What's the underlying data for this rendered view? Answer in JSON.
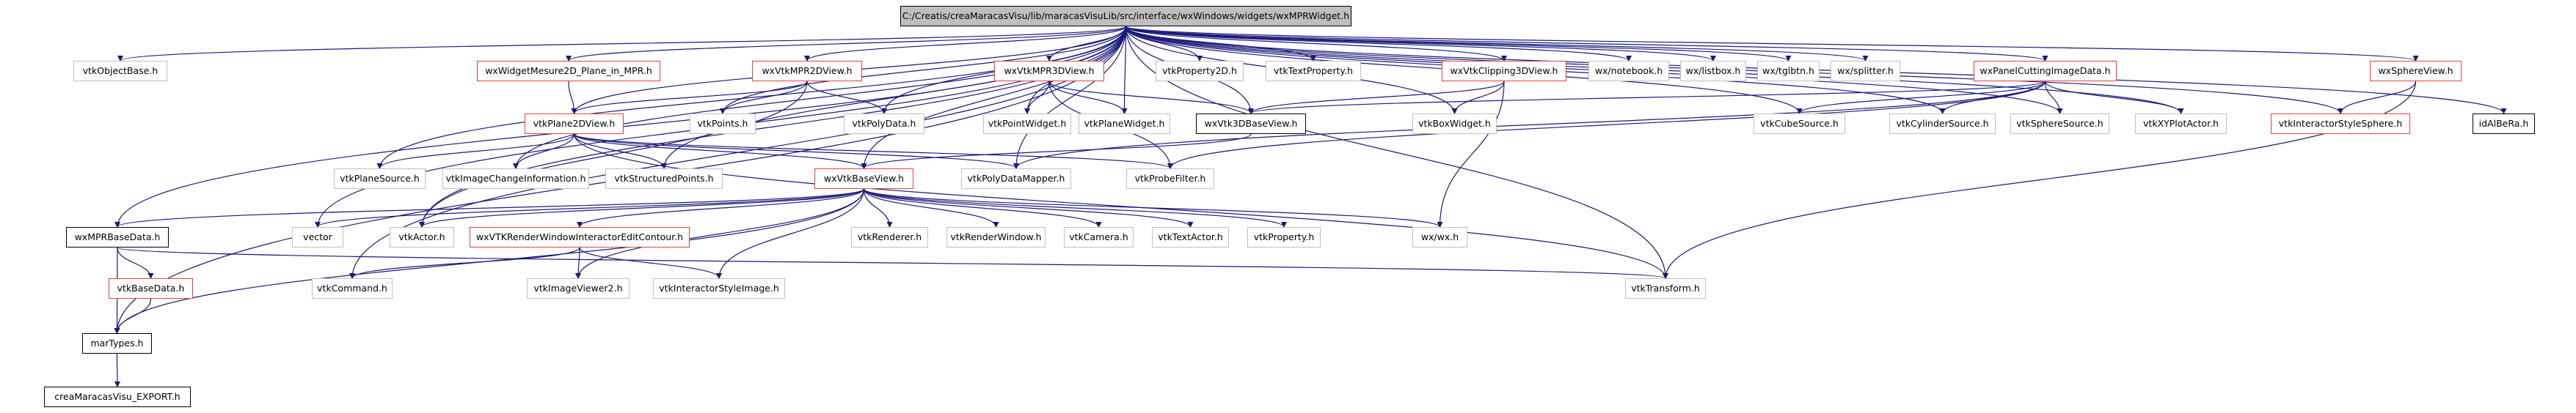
{
  "diagram": {
    "nodes": [
      {
        "id": "root",
        "label": "C:/Creatis/creaMaracasVisu/lib/maracasVisuLib/src/interface/wxWindows/widgets/wxMPRWidget.h",
        "style": "root"
      },
      {
        "id": "vtkObjectBase",
        "label": "vtkObjectBase.h",
        "style": "plain"
      },
      {
        "id": "wxWidgetMesure2D",
        "label": "wxWidgetMesure2D_Plane_in_MPR.h",
        "style": "red"
      },
      {
        "id": "wxVtkMPR2DView",
        "label": "wxVtkMPR2DView.h",
        "style": "red"
      },
      {
        "id": "wxVtkMPR3DView",
        "label": "wxVtkMPR3DView.h",
        "style": "red"
      },
      {
        "id": "vtkProperty2D",
        "label": "vtkProperty2D.h",
        "style": "plain"
      },
      {
        "id": "vtkTextProperty",
        "label": "vtkTextProperty.h",
        "style": "plain"
      },
      {
        "id": "wxVtkClipping3DView",
        "label": "wxVtkClipping3DView.h",
        "style": "red"
      },
      {
        "id": "wxNotebook",
        "label": "wx/notebook.h",
        "style": "plain"
      },
      {
        "id": "wxListbox",
        "label": "wx/listbox.h",
        "style": "plain"
      },
      {
        "id": "wxTglbtn",
        "label": "wx/tglbtn.h",
        "style": "plain"
      },
      {
        "id": "wxSplitter",
        "label": "wx/splitter.h",
        "style": "plain"
      },
      {
        "id": "wxPanelCutting",
        "label": "wxPanelCuttingImageData.h",
        "style": "red"
      },
      {
        "id": "wxSphereView",
        "label": "wxSphereView.h",
        "style": "red"
      },
      {
        "id": "vtkPlane2DView",
        "label": "vtkPlane2DView.h",
        "style": "red"
      },
      {
        "id": "vtkPoints",
        "label": "vtkPoints.h",
        "style": "plain"
      },
      {
        "id": "vtkPolyData",
        "label": "vtkPolyData.h",
        "style": "plain"
      },
      {
        "id": "vtkPointWidget",
        "label": "vtkPointWidget.h",
        "style": "plain"
      },
      {
        "id": "vtkPlaneWidget",
        "label": "vtkPlaneWidget.h",
        "style": "plain"
      },
      {
        "id": "wxVtk3DBaseView",
        "label": "wxVtk3DBaseView.h",
        "style": "black"
      },
      {
        "id": "vtkBoxWidget",
        "label": "vtkBoxWidget.h",
        "style": "plain"
      },
      {
        "id": "vtkCubeSource",
        "label": "vtkCubeSource.h",
        "style": "plain"
      },
      {
        "id": "vtkCylinderSource",
        "label": "vtkCylinderSource.h",
        "style": "plain"
      },
      {
        "id": "vtkSphereSource",
        "label": "vtkSphereSource.h",
        "style": "plain"
      },
      {
        "id": "vtkXYPlotActor",
        "label": "vtkXYPlotActor.h",
        "style": "plain"
      },
      {
        "id": "vtkInteractorStyleSphere",
        "label": "vtkInteractorStyleSphere.h",
        "style": "red"
      },
      {
        "id": "idAlBeRa",
        "label": "idAlBeRa.h",
        "style": "black"
      },
      {
        "id": "vtkPlaneSource",
        "label": "vtkPlaneSource.h",
        "style": "plain"
      },
      {
        "id": "vtkImageChangeInformation",
        "label": "vtkImageChangeInformation.h",
        "style": "plain"
      },
      {
        "id": "vtkStructuredPoints",
        "label": "vtkStructuredPoints.h",
        "style": "plain"
      },
      {
        "id": "wxVtkBaseView",
        "label": "wxVtkBaseView.h",
        "style": "red"
      },
      {
        "id": "vtkPolyDataMapper",
        "label": "vtkPolyDataMapper.h",
        "style": "plain"
      },
      {
        "id": "vtkProbeFilter",
        "label": "vtkProbeFilter.h",
        "style": "plain"
      },
      {
        "id": "wxMPRBaseData",
        "label": "wxMPRBaseData.h",
        "style": "black"
      },
      {
        "id": "vector",
        "label": "vector",
        "style": "plain"
      },
      {
        "id": "vtkActor",
        "label": "vtkActor.h",
        "style": "plain"
      },
      {
        "id": "wxVTKRenderWindowInteractor",
        "label": "wxVTKRenderWindowInteractorEditContour.h",
        "style": "red"
      },
      {
        "id": "vtkRenderer",
        "label": "vtkRenderer.h",
        "style": "plain"
      },
      {
        "id": "vtkRenderWindow",
        "label": "vtkRenderWindow.h",
        "style": "plain"
      },
      {
        "id": "vtkCamera",
        "label": "vtkCamera.h",
        "style": "plain"
      },
      {
        "id": "vtkTextActor",
        "label": "vtkTextActor.h",
        "style": "plain"
      },
      {
        "id": "vtkProperty",
        "label": "vtkProperty.h",
        "style": "plain"
      },
      {
        "id": "wxwx",
        "label": "wx/wx.h",
        "style": "plain"
      },
      {
        "id": "vtkBaseData",
        "label": "vtkBaseData.h",
        "style": "red"
      },
      {
        "id": "vtkCommand",
        "label": "vtkCommand.h",
        "style": "plain"
      },
      {
        "id": "vtkImageViewer2",
        "label": "vtkImageViewer2.h",
        "style": "plain"
      },
      {
        "id": "vtkInteractorStyleImage",
        "label": "vtkInteractorStyleImage.h",
        "style": "plain"
      },
      {
        "id": "vtkTransform",
        "label": "vtkTransform.h",
        "style": "plain"
      },
      {
        "id": "marTypes",
        "label": "marTypes.h",
        "style": "black"
      },
      {
        "id": "creaMaracasVisuExport",
        "label": "creaMaracasVisu_EXPORT.h",
        "style": "black"
      }
    ],
    "edges": [
      [
        "root",
        "vtkObjectBase"
      ],
      [
        "root",
        "wxWidgetMesure2D"
      ],
      [
        "root",
        "wxVtkMPR2DView"
      ],
      [
        "root",
        "wxVtkMPR3DView"
      ],
      [
        "root",
        "vtkProperty2D"
      ],
      [
        "root",
        "vtkTextProperty"
      ],
      [
        "root",
        "wxVtkClipping3DView"
      ],
      [
        "root",
        "wxNotebook"
      ],
      [
        "root",
        "wxListbox"
      ],
      [
        "root",
        "wxTglbtn"
      ],
      [
        "root",
        "wxSplitter"
      ],
      [
        "root",
        "wxPanelCutting"
      ],
      [
        "root",
        "wxSphereView"
      ],
      [
        "root",
        "idAlBeRa"
      ],
      [
        "root",
        "vtkPoints"
      ],
      [
        "root",
        "vtkPolyData"
      ],
      [
        "root",
        "vtkPointWidget"
      ],
      [
        "root",
        "vtkPlaneWidget"
      ],
      [
        "root",
        "wxVtk3DBaseView"
      ],
      [
        "root",
        "vtkBoxWidget"
      ],
      [
        "root",
        "vtkCubeSource"
      ],
      [
        "root",
        "vtkCylinderSource"
      ],
      [
        "root",
        "vtkSphereSource"
      ],
      [
        "root",
        "vtkXYPlotActor"
      ],
      [
        "root",
        "vtkInteractorStyleSphere"
      ],
      [
        "root",
        "vtkPlane2DView"
      ],
      [
        "root",
        "vtkPlaneSource"
      ],
      [
        "root",
        "vtkImageChangeInformation"
      ],
      [
        "root",
        "vtkStructuredPoints"
      ],
      [
        "root",
        "wxVtkBaseView"
      ],
      [
        "root",
        "vtkPolyDataMapper"
      ],
      [
        "root",
        "wxMPRBaseData"
      ],
      [
        "root",
        "vector"
      ],
      [
        "root",
        "vtkActor"
      ],
      [
        "root",
        "vtkCommand"
      ],
      [
        "root",
        "vtkTransform"
      ],
      [
        "root",
        "marTypes"
      ],
      [
        "wxWidgetMesure2D",
        "vtkPlane2DView"
      ],
      [
        "wxVtkMPR2DView",
        "vtkPoints"
      ],
      [
        "wxVtkMPR2DView",
        "vtkPolyData"
      ],
      [
        "wxVtkMPR2DView",
        "vtkPlane2DView"
      ],
      [
        "wxVtkMPR2DView",
        "vtkActor"
      ],
      [
        "wxVtkMPR3DView",
        "vtkPointWidget"
      ],
      [
        "wxVtkMPR3DView",
        "vtkPlaneWidget"
      ],
      [
        "wxVtkMPR3DView",
        "wxVtk3DBaseView"
      ],
      [
        "wxVtkMPR3DView",
        "vtkProbeFilter"
      ],
      [
        "wxVtkClipping3DView",
        "wxVtk3DBaseView"
      ],
      [
        "wxVtkClipping3DView",
        "vtkBoxWidget"
      ],
      [
        "wxVtkClipping3DView",
        "wxwx"
      ],
      [
        "wxPanelCutting",
        "vtkCubeSource"
      ],
      [
        "wxPanelCutting",
        "vtkCylinderSource"
      ],
      [
        "wxPanelCutting",
        "vtkSphereSource"
      ],
      [
        "wxPanelCutting",
        "vtkXYPlotActor"
      ],
      [
        "wxPanelCutting",
        "wxVtk3DBaseView"
      ],
      [
        "wxPanelCutting",
        "vtkPolyDataMapper"
      ],
      [
        "wxPanelCutting",
        "vtkProbeFilter"
      ],
      [
        "wxSphereView",
        "vtkInteractorStyleSphere"
      ],
      [
        "wxSphereView",
        "vtkTransform"
      ],
      [
        "vtkPlane2DView",
        "vtkPlaneSource"
      ],
      [
        "vtkPlane2DView",
        "vtkImageChangeInformation"
      ],
      [
        "vtkPlane2DView",
        "vtkStructuredPoints"
      ],
      [
        "vtkPlane2DView",
        "wxVtkBaseView"
      ],
      [
        "vtkPlane2DView",
        "vtkPolyDataMapper"
      ],
      [
        "vtkPlane2DView",
        "vtkProbeFilter"
      ],
      [
        "vtkPlane2DView",
        "vtkTransform"
      ],
      [
        "wxVtk3DBaseView",
        "wxVtkBaseView"
      ],
      [
        "wxVtkBaseView",
        "wxMPRBaseData"
      ],
      [
        "wxVtkBaseView",
        "vector"
      ],
      [
        "wxVtkBaseView",
        "vtkActor"
      ],
      [
        "wxVtkBaseView",
        "wxVTKRenderWindowInteractor"
      ],
      [
        "wxVtkBaseView",
        "vtkRenderer"
      ],
      [
        "wxVtkBaseView",
        "vtkRenderWindow"
      ],
      [
        "wxVtkBaseView",
        "vtkCamera"
      ],
      [
        "wxVtkBaseView",
        "vtkTextActor"
      ],
      [
        "wxVtkBaseView",
        "vtkProperty"
      ],
      [
        "wxVtkBaseView",
        "wxwx"
      ],
      [
        "wxVtkBaseView",
        "vtkImageViewer2"
      ],
      [
        "wxVtkBaseView",
        "vtkInteractorStyleImage"
      ],
      [
        "wxVtkBaseView",
        "marTypes"
      ],
      [
        "wxVTKRenderWindowInteractor",
        "vtkCommand"
      ],
      [
        "wxVTKRenderWindowInteractor",
        "vtkImageViewer2"
      ],
      [
        "wxVTKRenderWindowInteractor",
        "vtkInteractorStyleImage"
      ],
      [
        "wxMPRBaseData",
        "vtkBaseData"
      ],
      [
        "wxMPRBaseData",
        "marTypes"
      ],
      [
        "wxMPRBaseData",
        "vtkTransform"
      ],
      [
        "vtkBaseData",
        "marTypes"
      ],
      [
        "marTypes",
        "creaMaracasVisuExport"
      ]
    ]
  }
}
